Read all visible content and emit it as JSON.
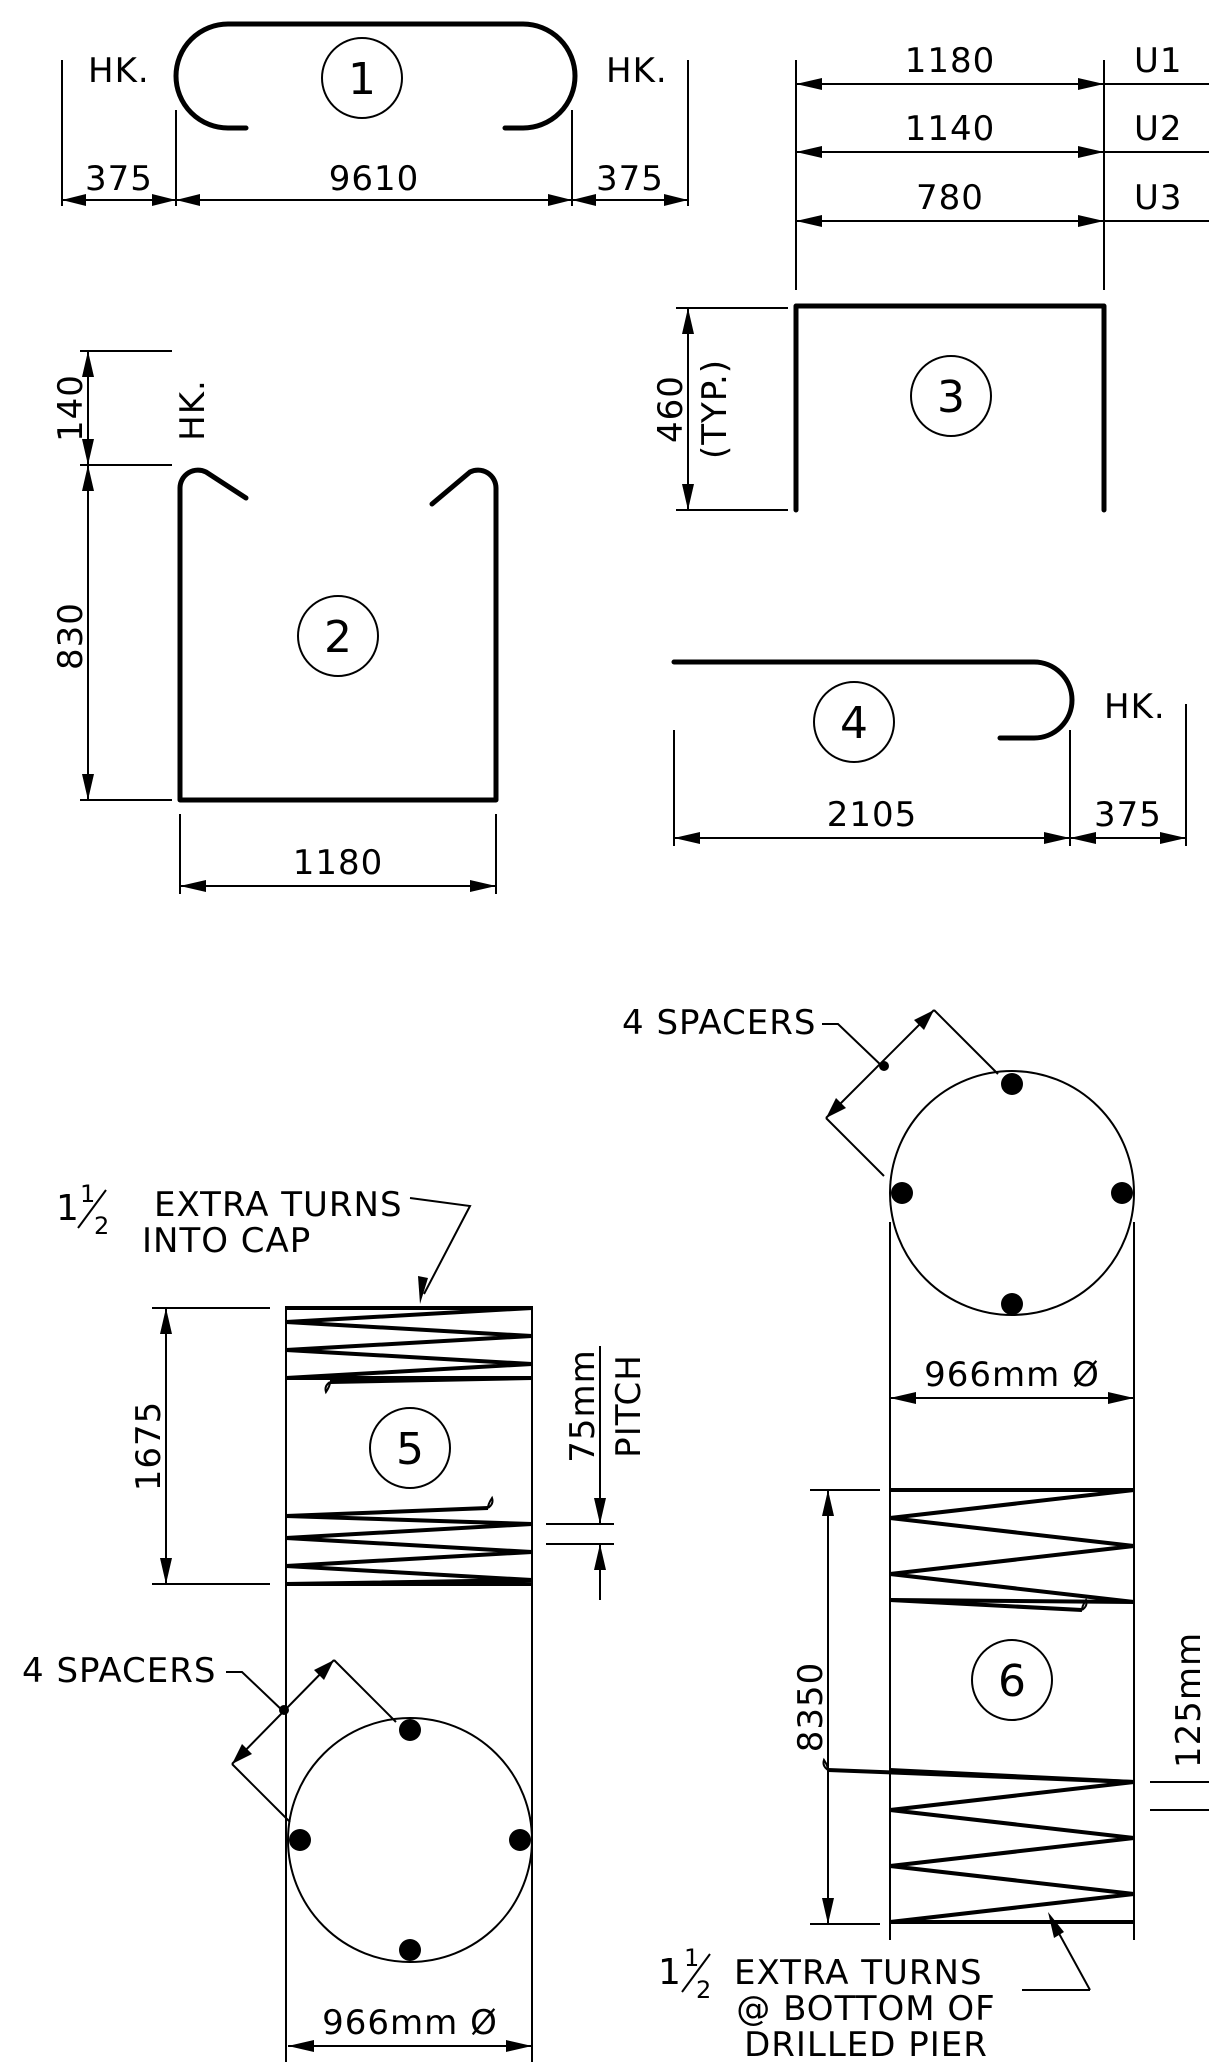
{
  "bar1": {
    "mark": "1",
    "hook_left": "HK.",
    "hook_right": "HK.",
    "dim_left": "375",
    "dim_main": "9610",
    "dim_right": "375"
  },
  "bar3": {
    "mark": "3",
    "widths": [
      {
        "value": "1180",
        "tag": "U1"
      },
      {
        "value": "1140",
        "tag": "U2"
      },
      {
        "value": "780",
        "tag": "U3"
      }
    ],
    "height": "460",
    "height_note": "(TYP.)"
  },
  "bar2": {
    "mark": "2",
    "dim_hook": "140",
    "hook": "HK.",
    "dim_height": "830",
    "dim_width": "1180"
  },
  "bar4": {
    "mark": "4",
    "hook": "HK.",
    "dim_main": "2105",
    "dim_hook": "375"
  },
  "spiral5": {
    "mark": "5",
    "extra_turns_whole": "1",
    "extra_turns_num": "1",
    "extra_turns_den": "2",
    "extra_turns_line1": "EXTRA TURNS",
    "extra_turns_line2": "INTO CAP",
    "height": "1675",
    "pitch": "75mm",
    "pitch_label": "PITCH",
    "spacers": "4 SPACERS",
    "diameter": "966mm  Ø"
  },
  "spiral6": {
    "mark": "6",
    "spacers": "4 SPACERS",
    "diameter": "966mm  Ø",
    "height": "8350",
    "pitch": "125mm",
    "extra_turns_whole": "1",
    "extra_turns_num": "1",
    "extra_turns_den": "2",
    "extra_turns_line1": "EXTRA TURNS",
    "extra_turns_line2": "@ BOTTOM OF",
    "extra_turns_line3": "DRILLED PIER"
  }
}
